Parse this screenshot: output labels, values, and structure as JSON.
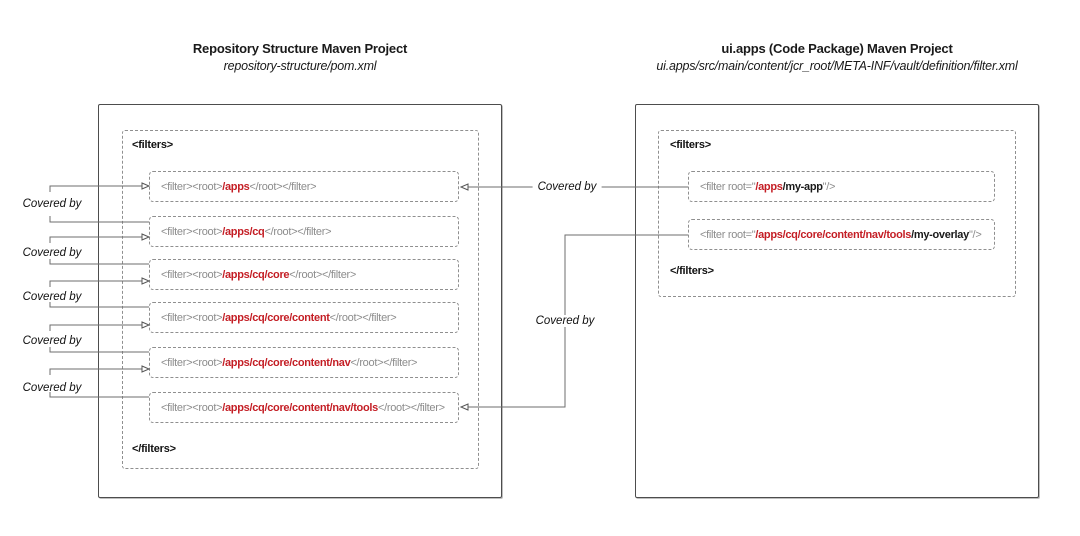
{
  "left_panel": {
    "title": "Repository Structure Maven Project",
    "subtitle": "repository-structure/pom.xml",
    "filters_open": "<filters>",
    "filters_close": "</filters>",
    "rows": [
      {
        "prefix": "<filter><root>",
        "path": "/apps",
        "suffix": "</root></filter>"
      },
      {
        "prefix": "<filter><root>",
        "path": "/apps/cq",
        "suffix": "</root></filter>"
      },
      {
        "prefix": "<filter><root>",
        "path": "/apps/cq/core",
        "suffix": "</root></filter>"
      },
      {
        "prefix": "<filter><root>",
        "path": "/apps/cq/core/content",
        "suffix": "</root></filter>"
      },
      {
        "prefix": "<filter><root>",
        "path": "/apps/cq/core/content/nav",
        "suffix": "</root></filter>"
      },
      {
        "prefix": "<filter><root>",
        "path": "/apps/cq/core/content/nav/tools",
        "suffix": "</root></filter>"
      }
    ]
  },
  "right_panel": {
    "title": "ui.apps (Code Package) Maven Project",
    "subtitle": "ui.apps/src/main/content/jcr_root/META-INF/vault/definition/filter.xml",
    "filters_open": "<filters>",
    "filters_close": "</filters>",
    "rows": [
      {
        "prefix": "<filter root=\"",
        "path_covered": "/apps",
        "path_new": "/my-app",
        "suffix": "\"/>"
      },
      {
        "prefix": "<filter root=\"",
        "path_covered": "/apps/cq/core/content/nav/tools",
        "path_new": "/my-overlay",
        "suffix": "\"/>"
      }
    ]
  },
  "connections": {
    "covered_by_label": "Covered by"
  },
  "colors": {
    "covered_path_red": "#c41e25",
    "new_path_black": "#1a1a1a",
    "code_gray": "#8c8c8c",
    "connector_line": "#6e6e6e"
  }
}
